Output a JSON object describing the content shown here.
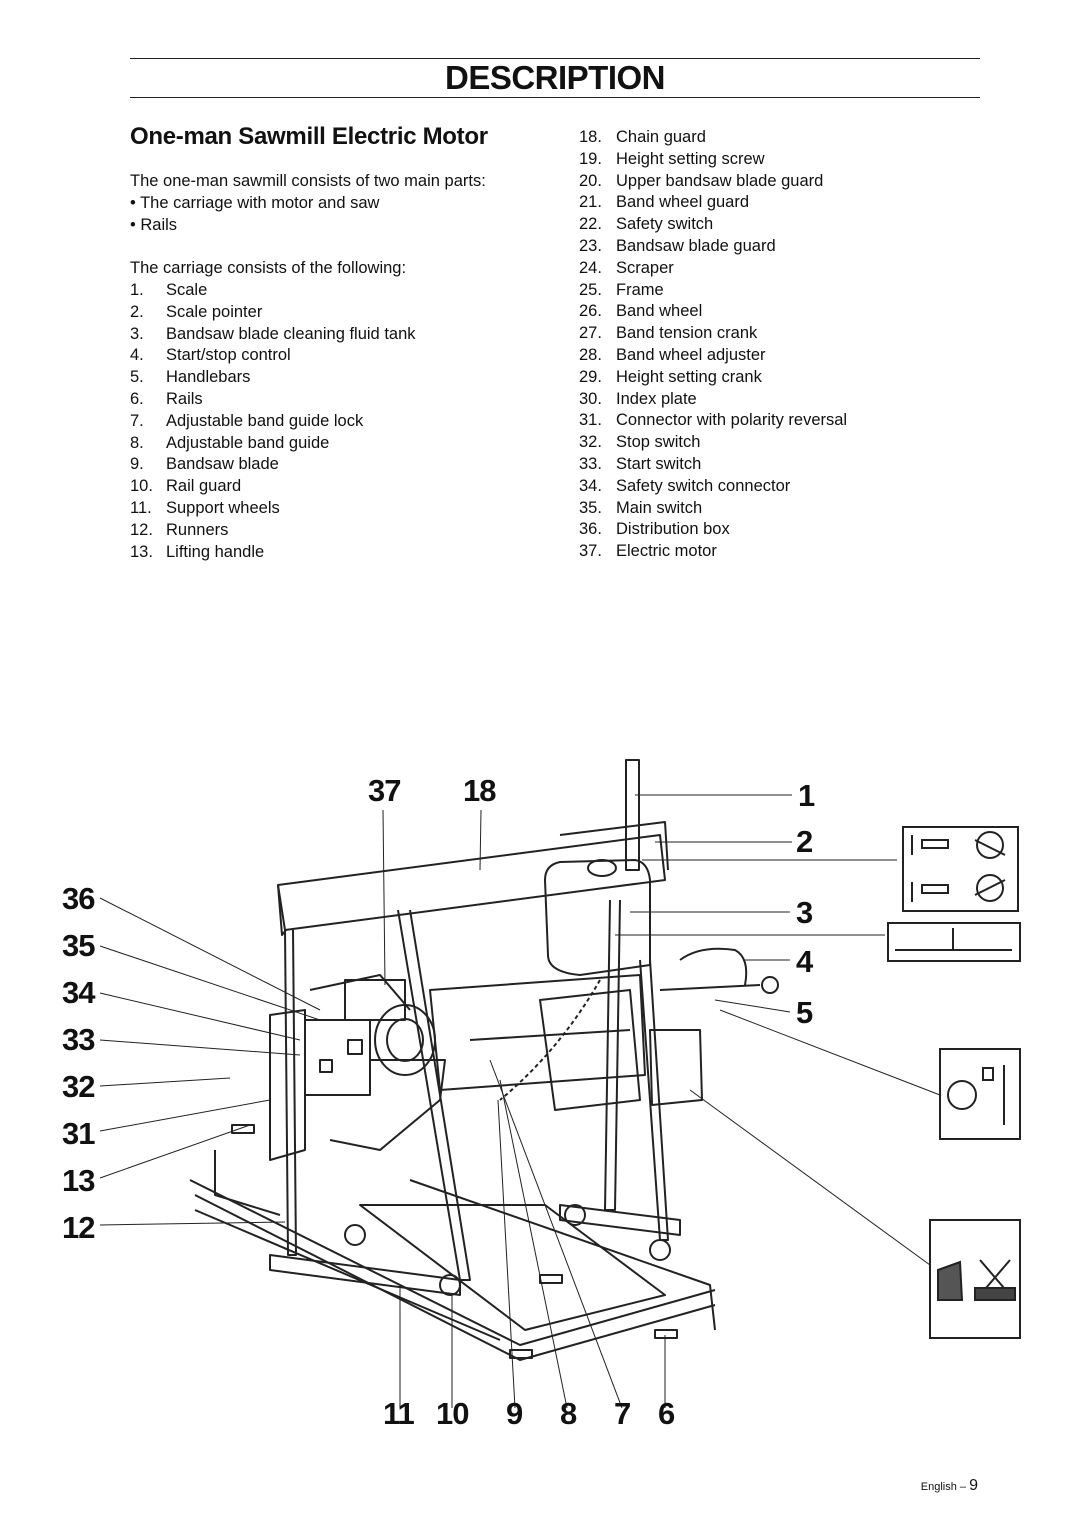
{
  "header": {
    "title": "DESCRIPTION"
  },
  "section": {
    "heading": "One-man Sawmill Electric Motor",
    "intro": "The one-man sawmill consists of two main parts:",
    "bullets": [
      "• The carriage with motor and saw",
      "• Rails"
    ],
    "carriage_intro": "The carriage consists of the following:"
  },
  "parts_left": [
    {
      "num": "1.",
      "label": "Scale"
    },
    {
      "num": "2.",
      "label": "Scale pointer"
    },
    {
      "num": "3.",
      "label": "Bandsaw blade cleaning fluid tank"
    },
    {
      "num": "4.",
      "label": "Start/stop control"
    },
    {
      "num": "5.",
      "label": "Handlebars"
    },
    {
      "num": "6.",
      "label": "Rails"
    },
    {
      "num": "7.",
      "label": "Adjustable band guide lock"
    },
    {
      "num": "8.",
      "label": "Adjustable band guide"
    },
    {
      "num": "9.",
      "label": "Bandsaw blade"
    },
    {
      "num": "10.",
      "label": "Rail guard"
    },
    {
      "num": "11.",
      "label": "Support wheels"
    },
    {
      "num": "12.",
      "label": "Runners"
    },
    {
      "num": "13.",
      "label": "Lifting handle"
    }
  ],
  "parts_right": [
    {
      "num": "18.",
      "label": "Chain guard"
    },
    {
      "num": "19.",
      "label": "Height setting screw"
    },
    {
      "num": "20.",
      "label": "Upper bandsaw blade guard"
    },
    {
      "num": "21.",
      "label": "Band wheel guard"
    },
    {
      "num": "22.",
      "label": "Safety switch"
    },
    {
      "num": "23.",
      "label": "Bandsaw blade guard"
    },
    {
      "num": "24.",
      "label": "Scraper"
    },
    {
      "num": "25.",
      "label": "Frame"
    },
    {
      "num": "26.",
      "label": "Band wheel"
    },
    {
      "num": "27.",
      "label": "Band tension crank"
    },
    {
      "num": "28.",
      "label": "Band wheel adjuster"
    },
    {
      "num": "29.",
      "label": "Height setting crank"
    },
    {
      "num": "30.",
      "label": "Index plate"
    },
    {
      "num": "31.",
      "label": "Connector with polarity reversal"
    },
    {
      "num": "32.",
      "label": "Stop switch"
    },
    {
      "num": "33.",
      "label": "Start switch"
    },
    {
      "num": "34.",
      "label": "Safety switch connector"
    },
    {
      "num": "35.",
      "label": "Main switch"
    },
    {
      "num": "36.",
      "label": "Distribution box"
    },
    {
      "num": "37.",
      "label": "Electric motor"
    }
  ],
  "figure": {
    "callouts": {
      "c37": "37",
      "c18": "18",
      "c1": "1",
      "c2": "2",
      "c3": "3",
      "c4": "4",
      "c5": "5",
      "c36": "36",
      "c35": "35",
      "c34": "34",
      "c33": "33",
      "c32": "32",
      "c31": "31",
      "c13": "13",
      "c12": "12",
      "c11": "11",
      "c10": "10",
      "c9": "9",
      "c8": "8",
      "c7": "7",
      "c6": "6"
    }
  },
  "footer": {
    "language": "English",
    "separator": "–",
    "page": "9"
  }
}
